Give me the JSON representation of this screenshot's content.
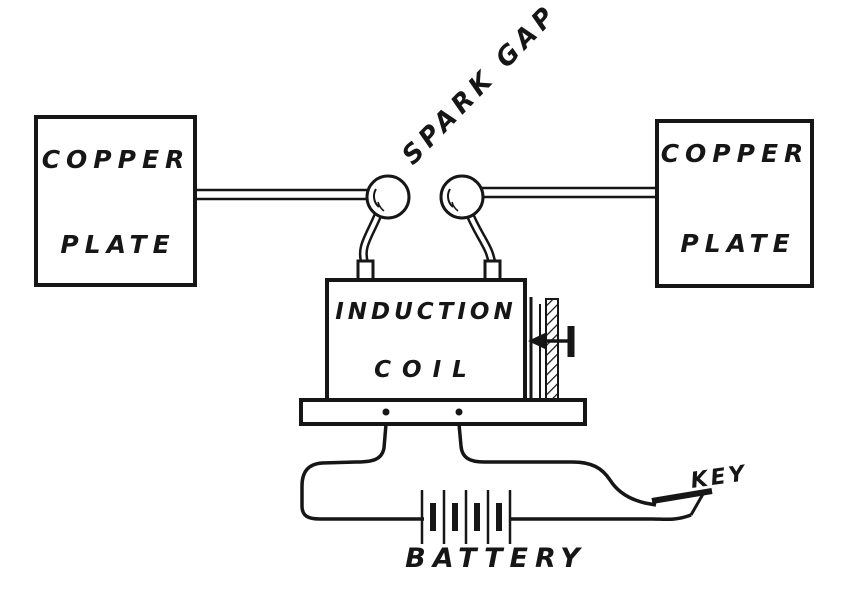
{
  "colors": {
    "ink": "#161616",
    "paper": "#ffffff"
  },
  "labels": {
    "spark_gap": "SPARK GAP",
    "left_plate": {
      "line1": "COPPER",
      "line2": "PLATE"
    },
    "right_plate": {
      "line1": "COPPER",
      "line2": "PLATE"
    },
    "induction_coil": {
      "line1": "INDUCTION",
      "line2": "COIL"
    },
    "battery": "BATTERY",
    "key": "KEY"
  },
  "components": [
    "copper-plate-left",
    "copper-plate-right",
    "spark-gap",
    "induction-coil",
    "interrupter-screw",
    "base-board",
    "battery",
    "telegraph-key"
  ]
}
